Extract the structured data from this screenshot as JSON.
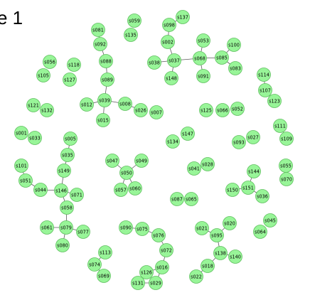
{
  "title": "e 1",
  "colors": {
    "node_fill": "#98f598",
    "node_stroke": "#5fbf5f",
    "edge": "#5a5a5a",
    "label": "#000000"
  },
  "nodes": [
    "s137",
    "s059",
    "s098",
    "s081",
    "s135",
    "s053",
    "s002",
    "s100",
    "s092",
    "s056",
    "s118",
    "s038",
    "s037",
    "s068",
    "s085",
    "s088",
    "s083",
    "s105",
    "s127",
    "s148",
    "s091",
    "s114",
    "s089",
    "s107",
    "s123",
    "s121",
    "s132",
    "s012",
    "s039",
    "s008",
    "s026",
    "s007",
    "s125",
    "s066",
    "s052",
    "s015",
    "s111",
    "s001",
    "s033",
    "s005",
    "s147",
    "s134",
    "s093",
    "s027",
    "s109",
    "s035",
    "s047",
    "s049",
    "s041",
    "s028",
    "s101",
    "s149",
    "s050",
    "s055",
    "s144",
    "s051",
    "s044",
    "s146",
    "s071",
    "s057",
    "s060",
    "s150",
    "s151",
    "s070",
    "s036",
    "s087",
    "s065",
    "s058",
    "s045",
    "s020",
    "s064",
    "s061",
    "s079",
    "s077",
    "s090",
    "s075",
    "s021",
    "s095",
    "s076",
    "s080",
    "s072",
    "s138",
    "s140",
    "s113",
    "s074",
    "s016",
    "s018",
    "s126",
    "s069",
    "s022",
    "s131",
    "s029"
  ],
  "edges": [
    [
      "s137",
      "s098"
    ],
    [
      "s098",
      "s002"
    ],
    [
      "s081",
      "s092"
    ],
    [
      "s092",
      "s088"
    ],
    [
      "s088",
      "s089"
    ],
    [
      "s089",
      "s039"
    ],
    [
      "s039",
      "s012"
    ],
    [
      "s039",
      "s008"
    ],
    [
      "s039",
      "s015"
    ],
    [
      "s008",
      "s026"
    ],
    [
      "s002",
      "s037"
    ],
    [
      "s037",
      "s038"
    ],
    [
      "s037",
      "s148"
    ],
    [
      "s037",
      "s068"
    ],
    [
      "s053",
      "s068"
    ],
    [
      "s068",
      "s091"
    ],
    [
      "s068",
      "s085"
    ],
    [
      "s100",
      "s085"
    ],
    [
      "s085",
      "s083"
    ],
    [
      "s114",
      "s107"
    ],
    [
      "s107",
      "s123"
    ],
    [
      "s111",
      "s109"
    ],
    [
      "s005",
      "s035"
    ],
    [
      "s035",
      "s149"
    ],
    [
      "s149",
      "s146"
    ],
    [
      "s146",
      "s044"
    ],
    [
      "s146",
      "s071"
    ],
    [
      "s146",
      "s058"
    ],
    [
      "s101",
      "s051"
    ],
    [
      "s051",
      "s044"
    ],
    [
      "s058",
      "s079"
    ],
    [
      "s079",
      "s061"
    ],
    [
      "s079",
      "s077"
    ],
    [
      "s079",
      "s080"
    ],
    [
      "s047",
      "s050"
    ],
    [
      "s049",
      "s050"
    ],
    [
      "s050",
      "s057"
    ],
    [
      "s050",
      "s060"
    ],
    [
      "s144",
      "s151"
    ],
    [
      "s151",
      "s150"
    ],
    [
      "s151",
      "s036"
    ],
    [
      "s020",
      "s095"
    ],
    [
      "s021",
      "s095"
    ],
    [
      "s095",
      "s138"
    ],
    [
      "s138",
      "s140"
    ],
    [
      "s138",
      "s018"
    ],
    [
      "s018",
      "s022"
    ],
    [
      "s090",
      "s075"
    ],
    [
      "s075",
      "s076"
    ],
    [
      "s076",
      "s072"
    ],
    [
      "s072",
      "s016"
    ],
    [
      "s016",
      "s126"
    ],
    [
      "s016",
      "s029"
    ],
    [
      "s131",
      "s029"
    ],
    [
      "s113",
      "s074"
    ],
    [
      "s074",
      "s069"
    ]
  ]
}
